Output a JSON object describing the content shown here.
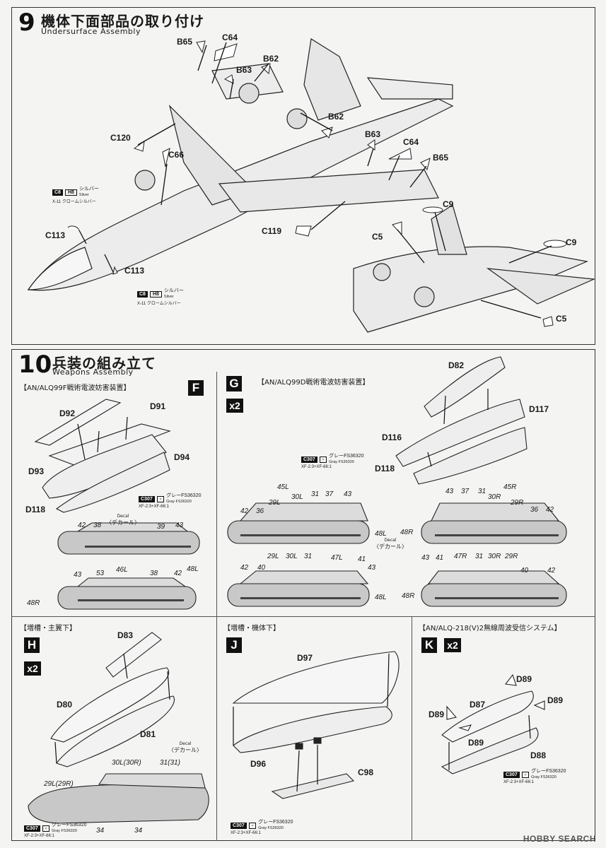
{
  "step9": {
    "number": "9",
    "title_jp": "機体下面部品の取り付け",
    "title_en": "Undersurface Assembly",
    "parts": {
      "b65a": "B65",
      "c64a": "C64",
      "b62a": "B62",
      "b63a": "B63",
      "c120": "C120",
      "c66": "C66",
      "b62b": "B62",
      "b63b": "B63",
      "c64b": "C64",
      "b65b": "B65",
      "c9a": "C9",
      "c9b": "C9",
      "c119": "C119",
      "c5a": "C5",
      "c5b": "C5",
      "c113a": "C113",
      "c113b": "C113"
    },
    "color1": {
      "code": "C8",
      "h": "H8",
      "name": "シルバー",
      "en": "Silver",
      "mix": "X-11 クロームシルバー"
    },
    "color2": {
      "code": "C8",
      "h": "H8",
      "name": "シルバー",
      "en": "Silver",
      "mix": "X-11 クロームシルバー"
    }
  },
  "step10": {
    "number": "10",
    "title_jp": "兵装の組み立て",
    "title_en": "Weapons Assembly",
    "F": {
      "subtitle": "【AN/ALQ99F戦術電波妨害装置】",
      "letter": "F",
      "parts": {
        "d92": "D92",
        "d91": "D91",
        "d94": "D94",
        "d93": "D93",
        "d118": "D118"
      },
      "color": {
        "code": "C307",
        "h": "-",
        "name": "グレーFS36320",
        "en": "Gray FS36320",
        "mix": "XF-2:3+XF-66:1"
      },
      "decal": {
        "en": "Decal",
        "jp": "〈デカール〉"
      },
      "decals_top": [
        "42",
        "38",
        "39",
        "43"
      ],
      "decals_bottom": [
        "43",
        "53",
        "46L",
        "38",
        "42",
        "48L",
        "48R"
      ]
    },
    "G": {
      "subtitle": "【AN/ALQ99D戦術電波妨害装置】",
      "letter": "G",
      "qty": "x2",
      "parts": {
        "d82": "D82",
        "d117": "D117",
        "d116": "D116",
        "d118": "D118"
      },
      "color": {
        "code": "C307",
        "h": "-",
        "name": "グレーFS36320",
        "en": "Gray FS36320",
        "mix": "XF-2:3+XF-66:1"
      },
      "decal": {
        "en": "Decal",
        "jp": "〈デカール〉"
      },
      "left_top": [
        "45L",
        "30L",
        "31",
        "37",
        "43",
        "29L",
        "42",
        "36",
        "48L"
      ],
      "right_top": [
        "43",
        "37",
        "31",
        "45R",
        "30R",
        "29R",
        "36",
        "42",
        "48R"
      ],
      "left_bottom": [
        "29L",
        "30L",
        "31",
        "47L",
        "41",
        "42",
        "40",
        "43",
        "48L"
      ],
      "right_bottom": [
        "43",
        "41",
        "47R",
        "31",
        "30R",
        "29R",
        "40",
        "42",
        "48R"
      ]
    },
    "H": {
      "subtitle": "【増槽・主翼下】",
      "letter": "H",
      "qty": "x2",
      "parts": {
        "d83": "D83",
        "d80": "D80",
        "d81": "D81"
      },
      "decal": {
        "en": "Decal",
        "jp": "〈デカール〉"
      },
      "decals": [
        "30L(30R)",
        "31(31)",
        "29L(29R)",
        "34",
        "34"
      ],
      "color": {
        "code": "C307",
        "h": "-",
        "name": "グレーFS36320",
        "en": "Gray FS36320",
        "mix": "XF-2:3+XF-66:1"
      }
    },
    "J": {
      "subtitle": "【増槽・機体下】",
      "letter": "J",
      "parts": {
        "d97": "D97",
        "d96": "D96",
        "c98": "C98"
      },
      "color": {
        "code": "C307",
        "h": "-",
        "name": "グレーFS36320",
        "en": "Gray FS36320",
        "mix": "XF-2:3+XF-66:1"
      }
    },
    "K": {
      "subtitle": "【AN/ALQ-218(V)2無線周波受信システム】",
      "letter": "K",
      "qty": "x2",
      "parts": {
        "d89a": "D89",
        "d89b": "D89",
        "d87": "D87",
        "d89c": "D89",
        "d89d": "D89",
        "d88": "D88"
      },
      "color": {
        "code": "C307",
        "h": "-",
        "name": "グレーFS36320",
        "en": "Gray FS36320",
        "mix": "XF-2:3+XF-66:1"
      }
    }
  },
  "watermark": "HOBBY SEARCH"
}
